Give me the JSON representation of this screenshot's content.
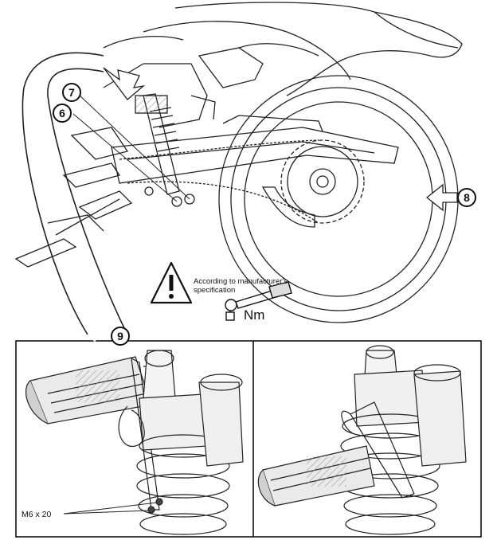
{
  "callouts": {
    "c6": "6",
    "c7": "7",
    "c8": "8",
    "c9": "9"
  },
  "warning": {
    "icon": "warning-triangle-icon",
    "text": "According to manufacturer's specification"
  },
  "torque": {
    "icon": "torque-wrench-icon",
    "unit": "Nm"
  },
  "fastener_label": "M6 x 20"
}
